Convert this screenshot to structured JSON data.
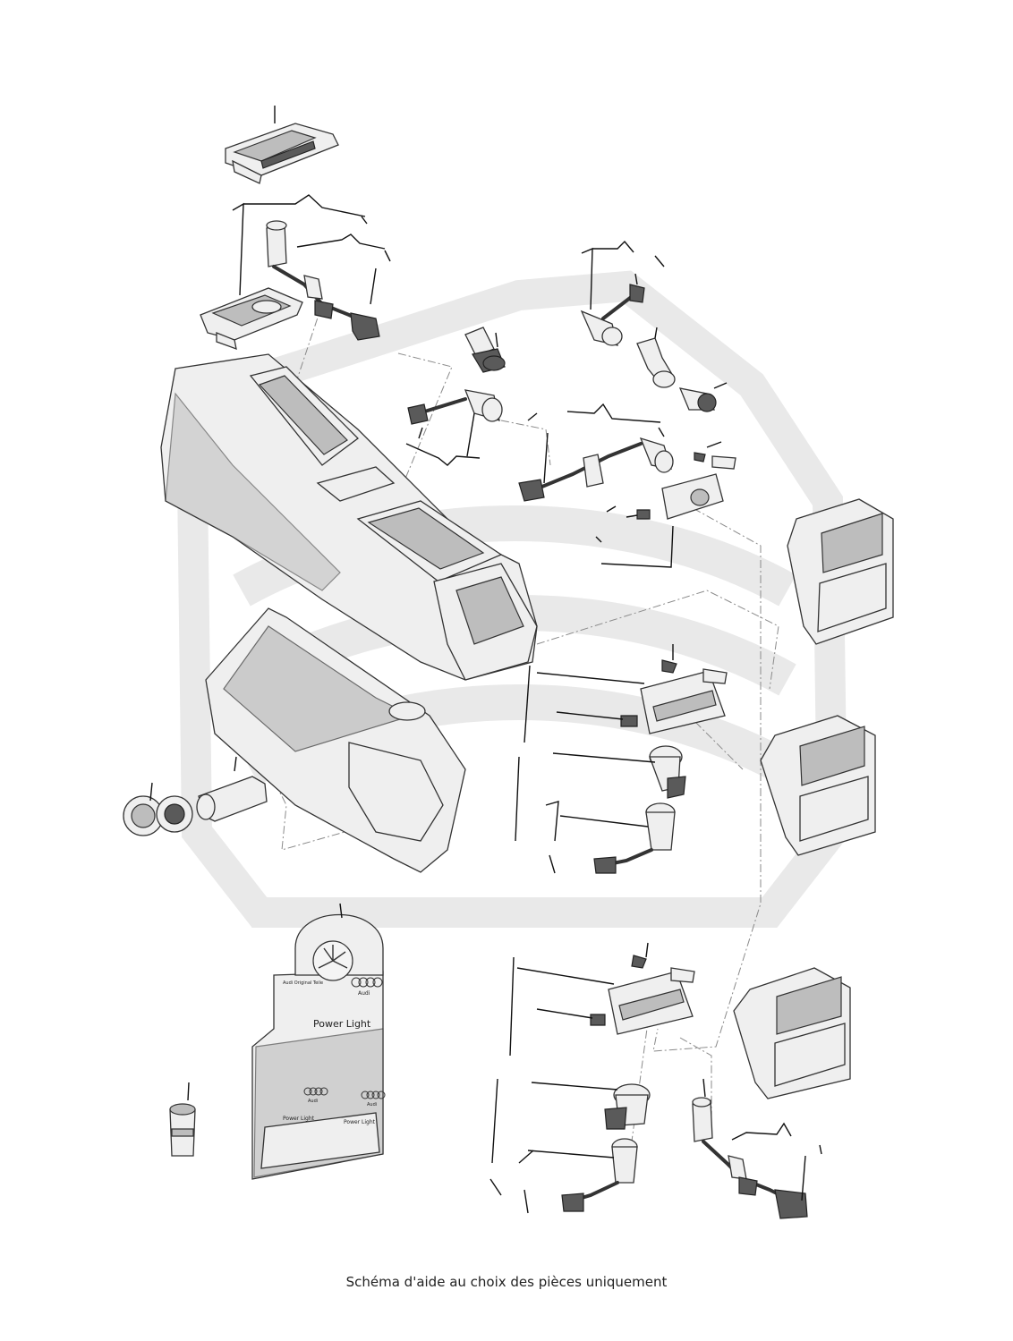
{
  "caption": "Schéma d'aide au choix des pièces uniquement",
  "display_box": {
    "brand_line": "Audi Original Teile",
    "brand_name": "Audi",
    "product_title": "Power Light",
    "insert_left": "Power Light",
    "insert_right": "Power Light",
    "logo_left": "Audi",
    "logo_right": "Audi"
  },
  "icons": {
    "watermark": "watermark-logo",
    "fan_logo": "fan-logo-icon",
    "rings_logo": "four-rings-logo"
  },
  "colors": {
    "line": "#333333",
    "part_fill": "#efefef",
    "watermark": "#e6e6e6",
    "dash": "#8a8a8a"
  }
}
